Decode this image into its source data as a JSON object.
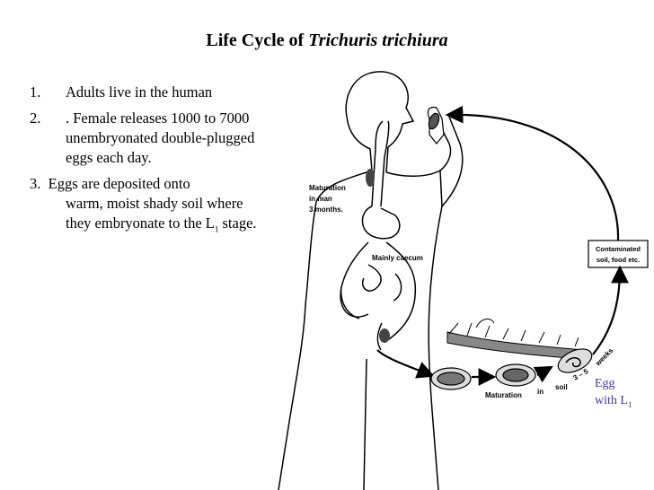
{
  "title": {
    "prefix": "Life Cycle of ",
    "species": "Trichuris trichiura"
  },
  "steps": [
    {
      "number": "1.",
      "text": "Adults live in the human"
    },
    {
      "number": "2.",
      "text": ".  Female releases 1000 to 7000 unembryonated double-plugged eggs each day."
    },
    {
      "number": "3.",
      "first_line": "Eggs are deposited onto",
      "rest_text": "warm, moist shady soil where they embryonate to the L",
      "rest_sub": "1",
      "rest_end": " stage."
    }
  ],
  "diagram_labels": {
    "maturation_man": [
      "Maturation",
      "in  man",
      "3  months."
    ],
    "mainly_caecum": "Mainly caecum",
    "contaminated": [
      "Contaminated",
      "soil, food etc."
    ],
    "maturation_soil": [
      "Maturation",
      "in",
      "soil",
      "3 – 5",
      "weeks"
    ],
    "egg_with": "Egg",
    "egg_with_l": "with L",
    "egg_with_sub": "1"
  }
}
